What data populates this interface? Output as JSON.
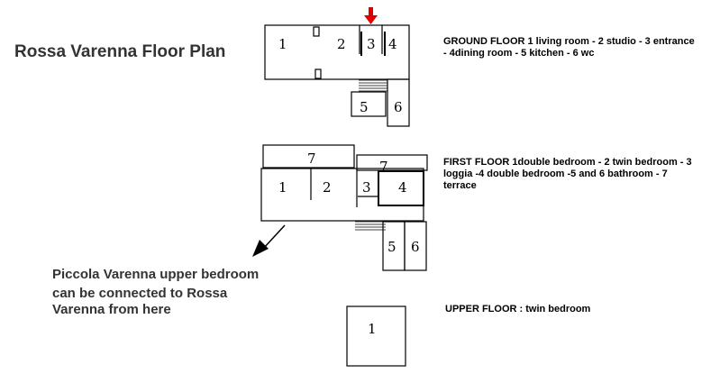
{
  "title": "Rossa Varenna Floor Plan",
  "floors": {
    "ground": {
      "description_lines": [
        "GROUND FLOOR 1 living room - 2 studio - 3 entrance",
        "- 4dining room - 5 kitchen - 6 wc"
      ],
      "rooms": [
        "1",
        "2",
        "3",
        "4",
        "5",
        "6"
      ]
    },
    "first": {
      "description_lines": [
        "FIRST FLOOR 1double bedroom  - 2 twin bedroom - 3",
        "loggia -4 double bedroom -5 and 6 bathroom - 7",
        "terrace"
      ],
      "rooms": [
        "1",
        "2",
        "3",
        "4",
        "5",
        "6",
        "7",
        "7"
      ]
    },
    "upper": {
      "description_lines": [
        "UPPER FLOOR : twin bedroom"
      ],
      "rooms": [
        "1"
      ]
    }
  },
  "note": {
    "lines": [
      "Piccola Varenna upper bedroom",
      "can be connected to Rossa",
      "Varenna from here"
    ]
  },
  "colors": {
    "entrance_arrow": "#e00000",
    "title_text": "#333333",
    "lines": "#000000"
  },
  "icons": {
    "entrance": "red-down-arrow-icon",
    "connection": "black-arrow-icon"
  }
}
